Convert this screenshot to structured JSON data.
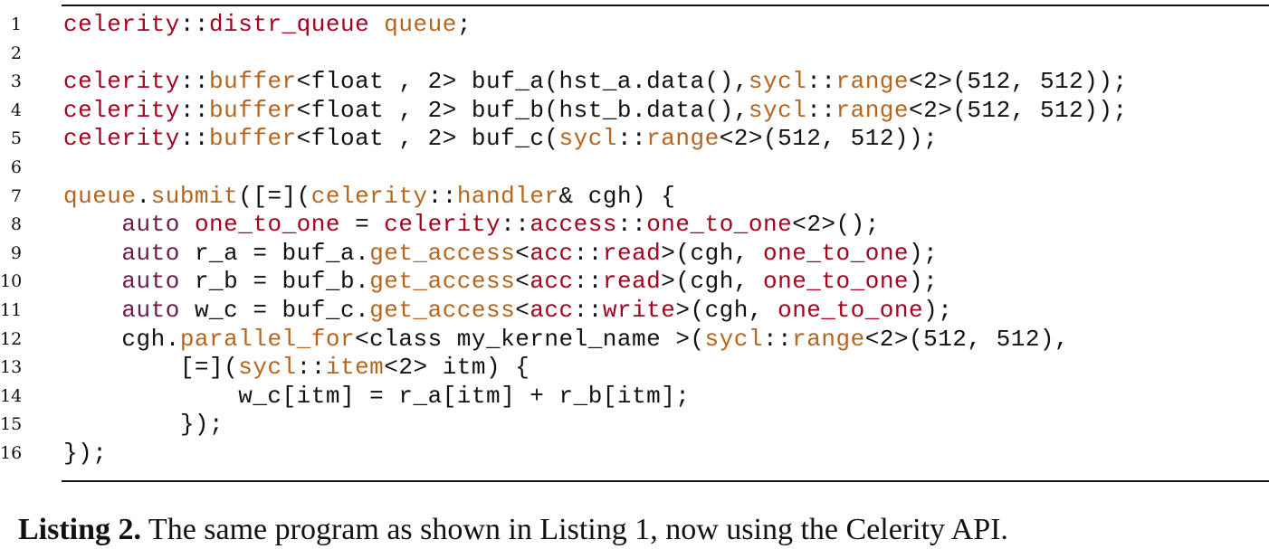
{
  "colors": {
    "plain": "#111111",
    "keyword": "#a3001e",
    "type": "#b5651d",
    "auto": "#6a1b4d"
  },
  "listing": {
    "lines": [
      {
        "n": "1",
        "tokens": [
          [
            "celerity",
            "k"
          ],
          [
            "::",
            "p"
          ],
          [
            "distr_queue",
            "k"
          ],
          [
            " ",
            "p"
          ],
          [
            "queue",
            "t"
          ],
          [
            ";",
            "p"
          ]
        ]
      },
      {
        "n": "2",
        "tokens": []
      },
      {
        "n": "3",
        "tokens": [
          [
            "celerity",
            "k"
          ],
          [
            "::",
            "p"
          ],
          [
            "buffer",
            "t"
          ],
          [
            "<float , 2> buf_a(hst_a.data(),",
            "p"
          ],
          [
            "sycl",
            "t"
          ],
          [
            "::",
            "p"
          ],
          [
            "range",
            "t"
          ],
          [
            "<2>(512, 512));",
            "p"
          ]
        ]
      },
      {
        "n": "4",
        "tokens": [
          [
            "celerity",
            "k"
          ],
          [
            "::",
            "p"
          ],
          [
            "buffer",
            "t"
          ],
          [
            "<float , 2> buf_b(hst_b.data(),",
            "p"
          ],
          [
            "sycl",
            "t"
          ],
          [
            "::",
            "p"
          ],
          [
            "range",
            "t"
          ],
          [
            "<2>(512, 512));",
            "p"
          ]
        ]
      },
      {
        "n": "5",
        "tokens": [
          [
            "celerity",
            "k"
          ],
          [
            "::",
            "p"
          ],
          [
            "buffer",
            "t"
          ],
          [
            "<float , 2> buf_c(",
            "p"
          ],
          [
            "sycl",
            "t"
          ],
          [
            "::",
            "p"
          ],
          [
            "range",
            "t"
          ],
          [
            "<2>(512, 512));",
            "p"
          ]
        ]
      },
      {
        "n": "6",
        "tokens": []
      },
      {
        "n": "7",
        "tokens": [
          [
            "queue",
            "t"
          ],
          [
            ".",
            "p"
          ],
          [
            "submit",
            "t"
          ],
          [
            "([=](",
            "p"
          ],
          [
            "celerity",
            "t"
          ],
          [
            "::",
            "p"
          ],
          [
            "handler",
            "t"
          ],
          [
            "& cgh) {",
            "p"
          ]
        ]
      },
      {
        "n": "8",
        "tokens": [
          [
            "    ",
            "p"
          ],
          [
            "auto",
            "a"
          ],
          [
            " ",
            "p"
          ],
          [
            "one_to_one",
            "k"
          ],
          [
            " = ",
            "p"
          ],
          [
            "celerity",
            "k"
          ],
          [
            "::",
            "p"
          ],
          [
            "access",
            "k"
          ],
          [
            "::",
            "p"
          ],
          [
            "one_to_one",
            "k"
          ],
          [
            "<2>();",
            "p"
          ]
        ]
      },
      {
        "n": "9",
        "tokens": [
          [
            "    ",
            "p"
          ],
          [
            "auto",
            "a"
          ],
          [
            " r_a = buf_a.",
            "p"
          ],
          [
            "get_access",
            "t"
          ],
          [
            "<",
            "p"
          ],
          [
            "acc",
            "k"
          ],
          [
            "::",
            "p"
          ],
          [
            "read",
            "k"
          ],
          [
            ">(cgh, ",
            "p"
          ],
          [
            "one_to_one",
            "k"
          ],
          [
            ");",
            "p"
          ]
        ]
      },
      {
        "n": "10",
        "tokens": [
          [
            "    ",
            "p"
          ],
          [
            "auto",
            "a"
          ],
          [
            " r_b = buf_b.",
            "p"
          ],
          [
            "get_access",
            "t"
          ],
          [
            "<",
            "p"
          ],
          [
            "acc",
            "k"
          ],
          [
            "::",
            "p"
          ],
          [
            "read",
            "k"
          ],
          [
            ">(cgh, ",
            "p"
          ],
          [
            "one_to_one",
            "k"
          ],
          [
            ");",
            "p"
          ]
        ]
      },
      {
        "n": "11",
        "tokens": [
          [
            "    ",
            "p"
          ],
          [
            "auto",
            "a"
          ],
          [
            " w_c = buf_c.",
            "p"
          ],
          [
            "get_access",
            "t"
          ],
          [
            "<",
            "p"
          ],
          [
            "acc",
            "k"
          ],
          [
            "::",
            "p"
          ],
          [
            "write",
            "k"
          ],
          [
            ">(cgh, ",
            "p"
          ],
          [
            "one_to_one",
            "k"
          ],
          [
            ");",
            "p"
          ]
        ]
      },
      {
        "n": "12",
        "tokens": [
          [
            "    cgh.",
            "p"
          ],
          [
            "parallel_for",
            "t"
          ],
          [
            "<class my_kernel_name >(",
            "p"
          ],
          [
            "sycl",
            "t"
          ],
          [
            "::",
            "p"
          ],
          [
            "range",
            "t"
          ],
          [
            "<2>(512, 512),",
            "p"
          ]
        ]
      },
      {
        "n": "13",
        "tokens": [
          [
            "        [=](",
            "p"
          ],
          [
            "sycl",
            "t"
          ],
          [
            "::",
            "p"
          ],
          [
            "item",
            "t"
          ],
          [
            "<2> itm) {",
            "p"
          ]
        ]
      },
      {
        "n": "14",
        "tokens": [
          [
            "            w_c[itm] = r_a[itm] + r_b[itm];",
            "p"
          ]
        ]
      },
      {
        "n": "15",
        "tokens": [
          [
            "        });",
            "p"
          ]
        ]
      },
      {
        "n": "16",
        "tokens": [
          [
            "});",
            "p"
          ]
        ]
      }
    ]
  },
  "caption": {
    "label": "Listing 2.",
    "text": " The same program as shown in Listing 1, now using the Celerity API."
  }
}
